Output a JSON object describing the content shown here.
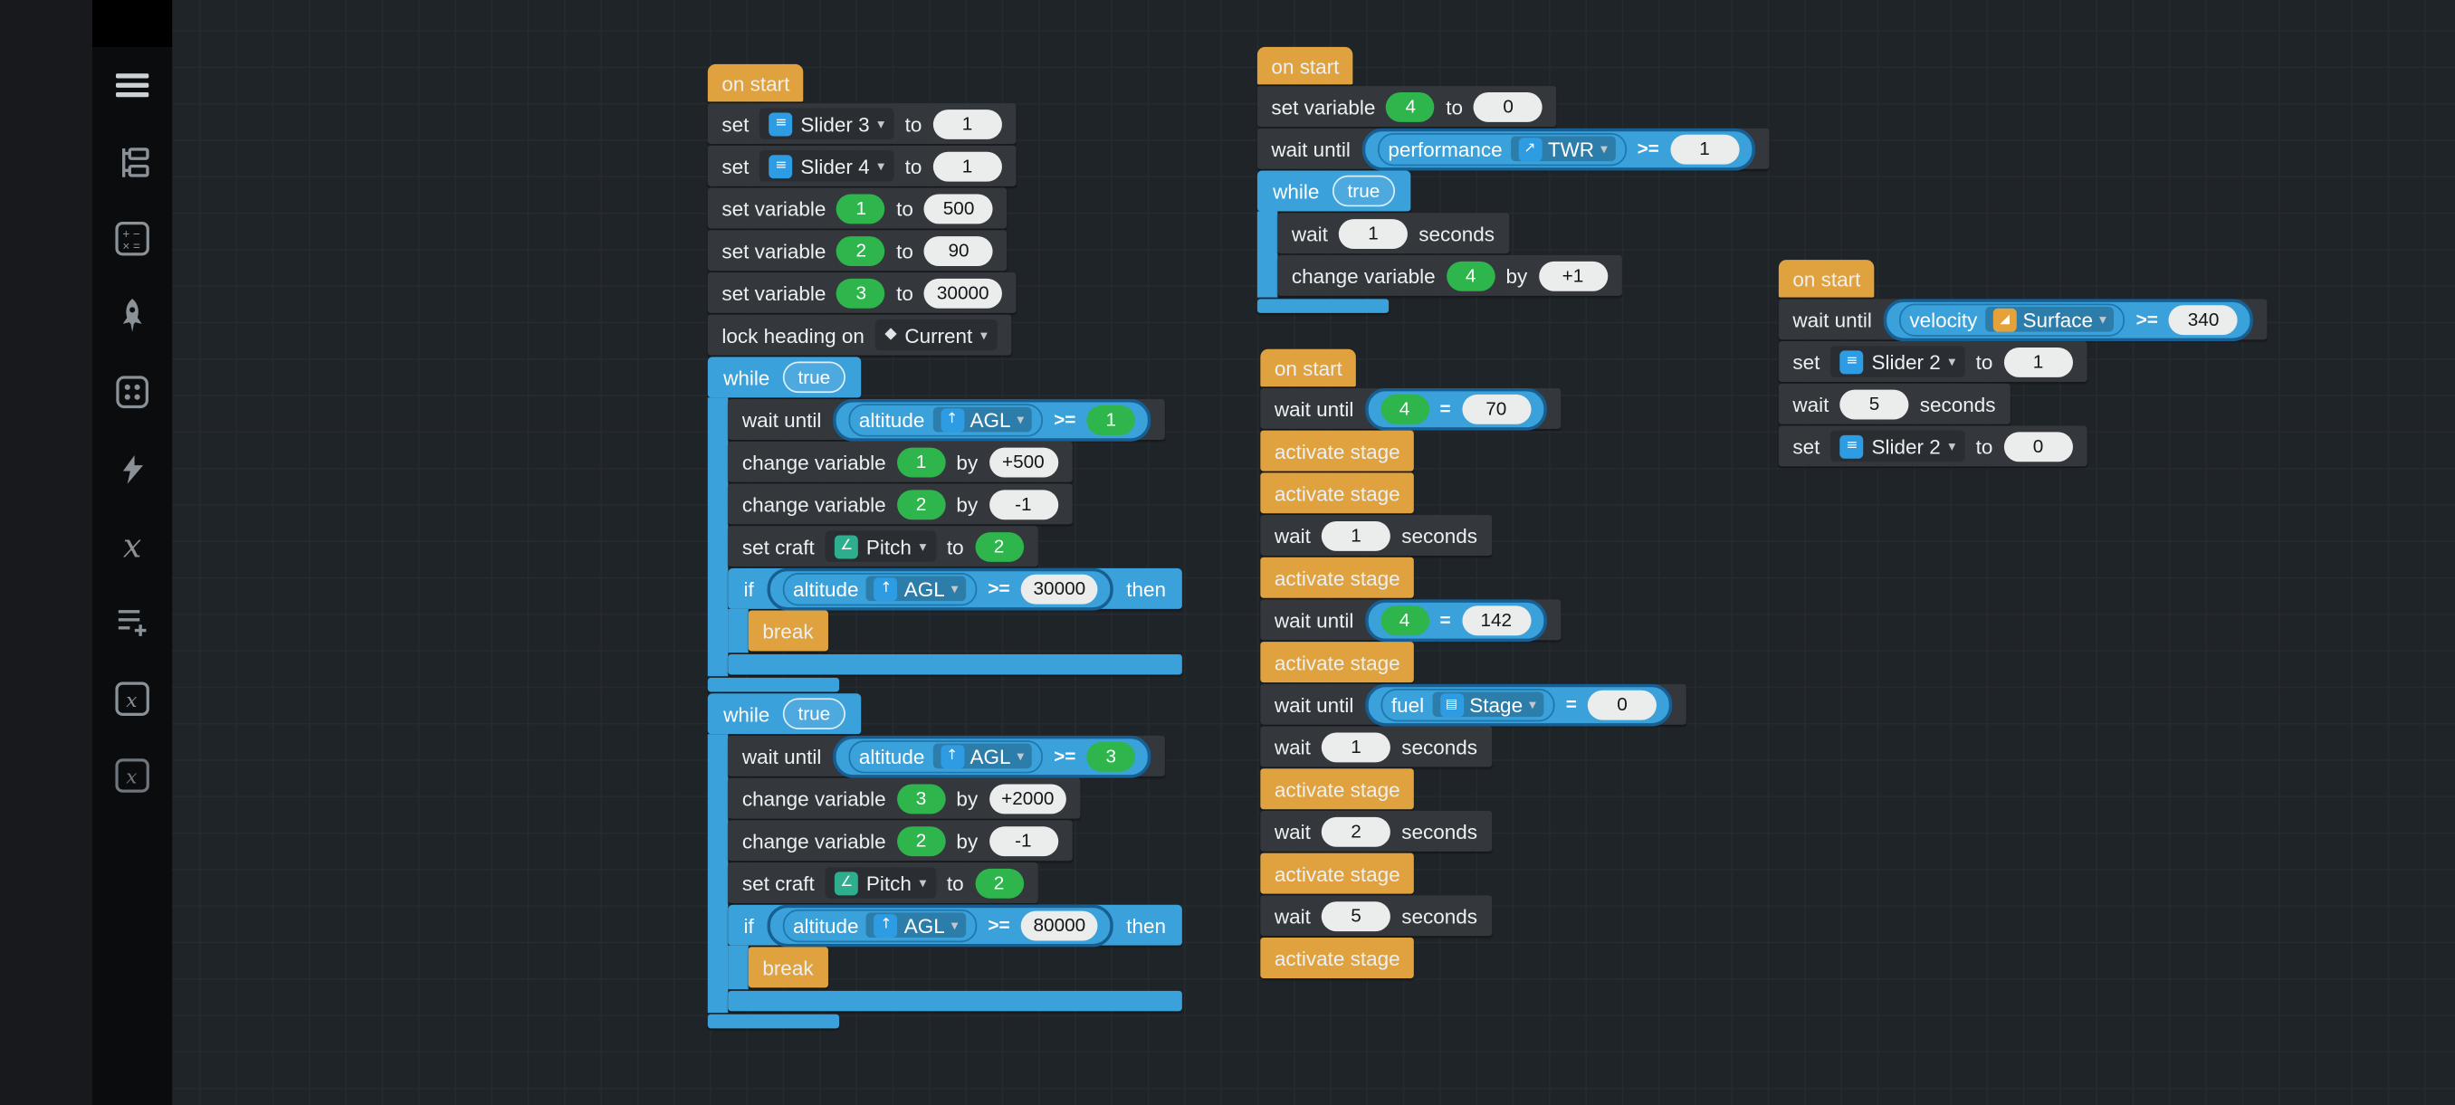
{
  "ui": {
    "caret": "▾"
  },
  "colors": {
    "accent_orange": "#dfa23e",
    "accent_blue": "#3aa1db",
    "accent_green": "#2eb54b",
    "block_gray": "#34383c",
    "canvas_bg": "#1f2428",
    "toolbar_bg": "#0a0c0e"
  },
  "sidebar": {
    "tools": [
      "menu",
      "program",
      "math",
      "rocket",
      "parts",
      "events",
      "variables",
      "instructions",
      "set-variable",
      "expressions"
    ]
  },
  "b": {
    "s1": {
      "hat": "on start",
      "ss3": {
        "a": "set",
        "d": "Slider 3",
        "c": "to",
        "v": "1"
      },
      "ss4": {
        "a": "set",
        "d": "Slider 4",
        "c": "to",
        "v": "1"
      },
      "sv1": {
        "a": "set variable",
        "n": "1",
        "c": "to",
        "v": "500"
      },
      "sv2": {
        "a": "set variable",
        "n": "2",
        "c": "to",
        "v": "90"
      },
      "sv3": {
        "a": "set variable",
        "n": "3",
        "c": "to",
        "v": "30000"
      },
      "lock": {
        "a": "lock heading on",
        "d": "Current"
      },
      "wh1": {
        "a": "while",
        "v": "true"
      },
      "wu1": {
        "a": "wait until",
        "e": "altitude",
        "d": "AGL",
        "o": ">=",
        "n": "1"
      },
      "cv1": {
        "a": "change variable",
        "n": "1",
        "c": "by",
        "v": "+500"
      },
      "cv2": {
        "a": "change variable",
        "n": "2",
        "c": "by",
        "v": "-1"
      },
      "sc1": {
        "a": "set craft",
        "d": "Pitch",
        "c": "to",
        "n": "2"
      },
      "if1": {
        "a": "if",
        "e": "altitude",
        "d": "AGL",
        "o": ">=",
        "v": "30000",
        "c": "then"
      },
      "br1": {
        "a": "break"
      },
      "wh2": {
        "a": "while",
        "v": "true"
      },
      "wu2": {
        "a": "wait until",
        "e": "altitude",
        "d": "AGL",
        "o": ">=",
        "n": "3"
      },
      "cv3": {
        "a": "change variable",
        "n": "3",
        "c": "by",
        "v": "+2000"
      },
      "cv4": {
        "a": "change variable",
        "n": "2",
        "c": "by",
        "v": "-1"
      },
      "sc2": {
        "a": "set craft",
        "d": "Pitch",
        "c": "to",
        "n": "2"
      },
      "if2": {
        "a": "if",
        "e": "altitude",
        "d": "AGL",
        "o": ">=",
        "v": "80000",
        "c": "then"
      },
      "br2": {
        "a": "break"
      }
    },
    "s2": {
      "hat": "on start",
      "sv4": {
        "a": "set variable",
        "n": "4",
        "c": "to",
        "v": "0"
      },
      "wu": {
        "a": "wait until",
        "e": "performance",
        "d": "TWR",
        "o": ">=",
        "v": "1"
      },
      "wh": {
        "a": "while",
        "v": "true"
      },
      "wt": {
        "a": "wait",
        "v": "1",
        "c": "seconds"
      },
      "cv": {
        "a": "change variable",
        "n": "4",
        "c": "by",
        "v": "+1"
      }
    },
    "s3": {
      "hat": "on start",
      "wu1": {
        "a": "wait until",
        "n": "4",
        "o": "=",
        "v": "70"
      },
      "act": "activate stage",
      "wt1": {
        "a": "wait",
        "v": "1",
        "c": "seconds"
      },
      "wu2": {
        "a": "wait until",
        "n": "4",
        "o": "=",
        "v": "142"
      },
      "wu3": {
        "a": "wait until",
        "e": "fuel",
        "d": "Stage",
        "o": "=",
        "v": "0"
      },
      "wt2": {
        "a": "wait",
        "v": "2",
        "c": "seconds"
      },
      "wt3": {
        "a": "wait",
        "v": "5",
        "c": "seconds"
      }
    },
    "s4": {
      "hat": "on start",
      "wu": {
        "a": "wait until",
        "e": "velocity",
        "d": "Surface",
        "o": ">=",
        "v": "340"
      },
      "sl1": {
        "a": "set",
        "d": "Slider 2",
        "c": "to",
        "v": "1"
      },
      "wt": {
        "a": "wait",
        "v": "5",
        "c": "seconds"
      },
      "sl2": {
        "a": "set",
        "d": "Slider 2",
        "c": "to",
        "v": "0"
      }
    }
  }
}
